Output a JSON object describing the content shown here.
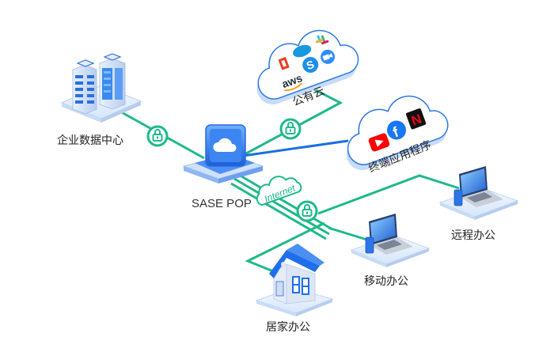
{
  "diagram": {
    "title": "SASE network topology",
    "colors": {
      "secure_link": "#1fb98a",
      "direct_link": "#1a6fe0",
      "node_blue": "#1f6fe8",
      "platform": "#dbe9fb",
      "cloud_outline": "#2b78e4"
    },
    "hub": {
      "label": "SASE POP",
      "icon": "cloud-server-icon"
    },
    "internet_badge": {
      "label": "Internet",
      "icon": "internet-cloud-icon"
    },
    "nodes": {
      "datacenter": {
        "label": "企业数据中心",
        "icon": "datacenter-icon"
      },
      "public_cloud": {
        "label": "公有云",
        "icon": "public-cloud-icon",
        "services": [
          "office",
          "salesforce",
          "slack",
          "aws",
          "skype",
          "zoom"
        ]
      },
      "endpoint_apps": {
        "label": "终端应用程序",
        "icon": "app-cloud-icon",
        "services": [
          "youtube",
          "facebook",
          "netflix"
        ]
      },
      "remote_office": {
        "label": "远程办公",
        "icon": "laptop-phone-icon"
      },
      "mobile_office": {
        "label": "移动办公",
        "icon": "laptop-phone-icon"
      },
      "home_office": {
        "label": "居家办公",
        "icon": "house-icon"
      }
    },
    "links": [
      {
        "from": "datacenter",
        "to": "hub",
        "type": "secure",
        "lock": true
      },
      {
        "from": "hub",
        "to": "public_cloud",
        "type": "secure",
        "lock": true
      },
      {
        "from": "hub",
        "to": "endpoint_apps",
        "type": "direct",
        "lock": false
      },
      {
        "from": "hub",
        "to": "internet",
        "type": "tunnel",
        "lock": true
      },
      {
        "from": "internet",
        "to": "remote_office",
        "type": "secure",
        "lock": false
      },
      {
        "from": "internet",
        "to": "mobile_office",
        "type": "secure",
        "lock": false
      },
      {
        "from": "internet",
        "to": "home_office",
        "type": "secure",
        "lock": false
      }
    ],
    "aws_text": "aws",
    "netflix_letter": "N",
    "facebook_letter": "f"
  }
}
